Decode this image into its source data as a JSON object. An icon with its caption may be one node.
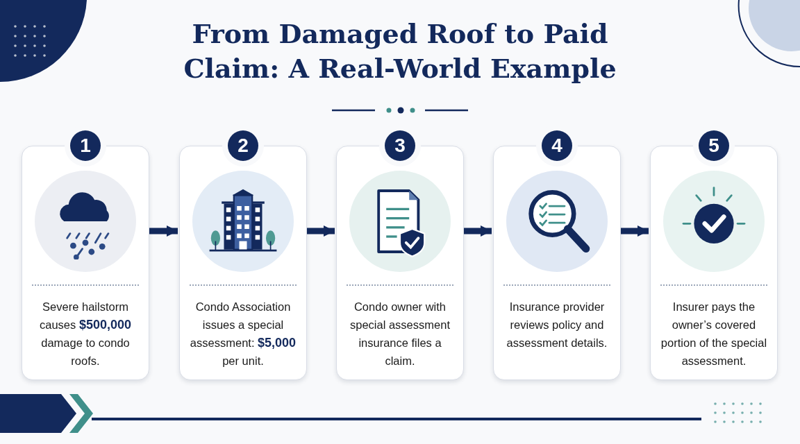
{
  "diagram": {
    "title": "From Damaged Roof to Paid Claim: A Real-World Example",
    "nodes": [
      {
        "text": [
          "1",
          "Severe hailstorm causes **$500,000** damage to condo roofs."
        ]
      },
      {
        "text": [
          "2",
          "Condo Association issues a special assessment: **$5,000** per unit."
        ]
      },
      {
        "text": [
          "3",
          "Condo owner with special assessment insurance files a claim."
        ]
      },
      {
        "text": [
          "4",
          "Insurance provider reviews policy and assessment details."
        ]
      },
      {
        "text": [
          "5",
          "Insurer pays the owner’s covered portion of the special assessment."
        ]
      }
    ],
    "edges": [
      {
        "from": 0,
        "to": 1,
        "arrow": "to"
      },
      {
        "from": 1,
        "to": 2,
        "arrow": "to"
      },
      {
        "from": 2,
        "to": 3,
        "arrow": "to"
      },
      {
        "from": 3,
        "to": 4,
        "arrow": "to"
      }
    ]
  }
}
